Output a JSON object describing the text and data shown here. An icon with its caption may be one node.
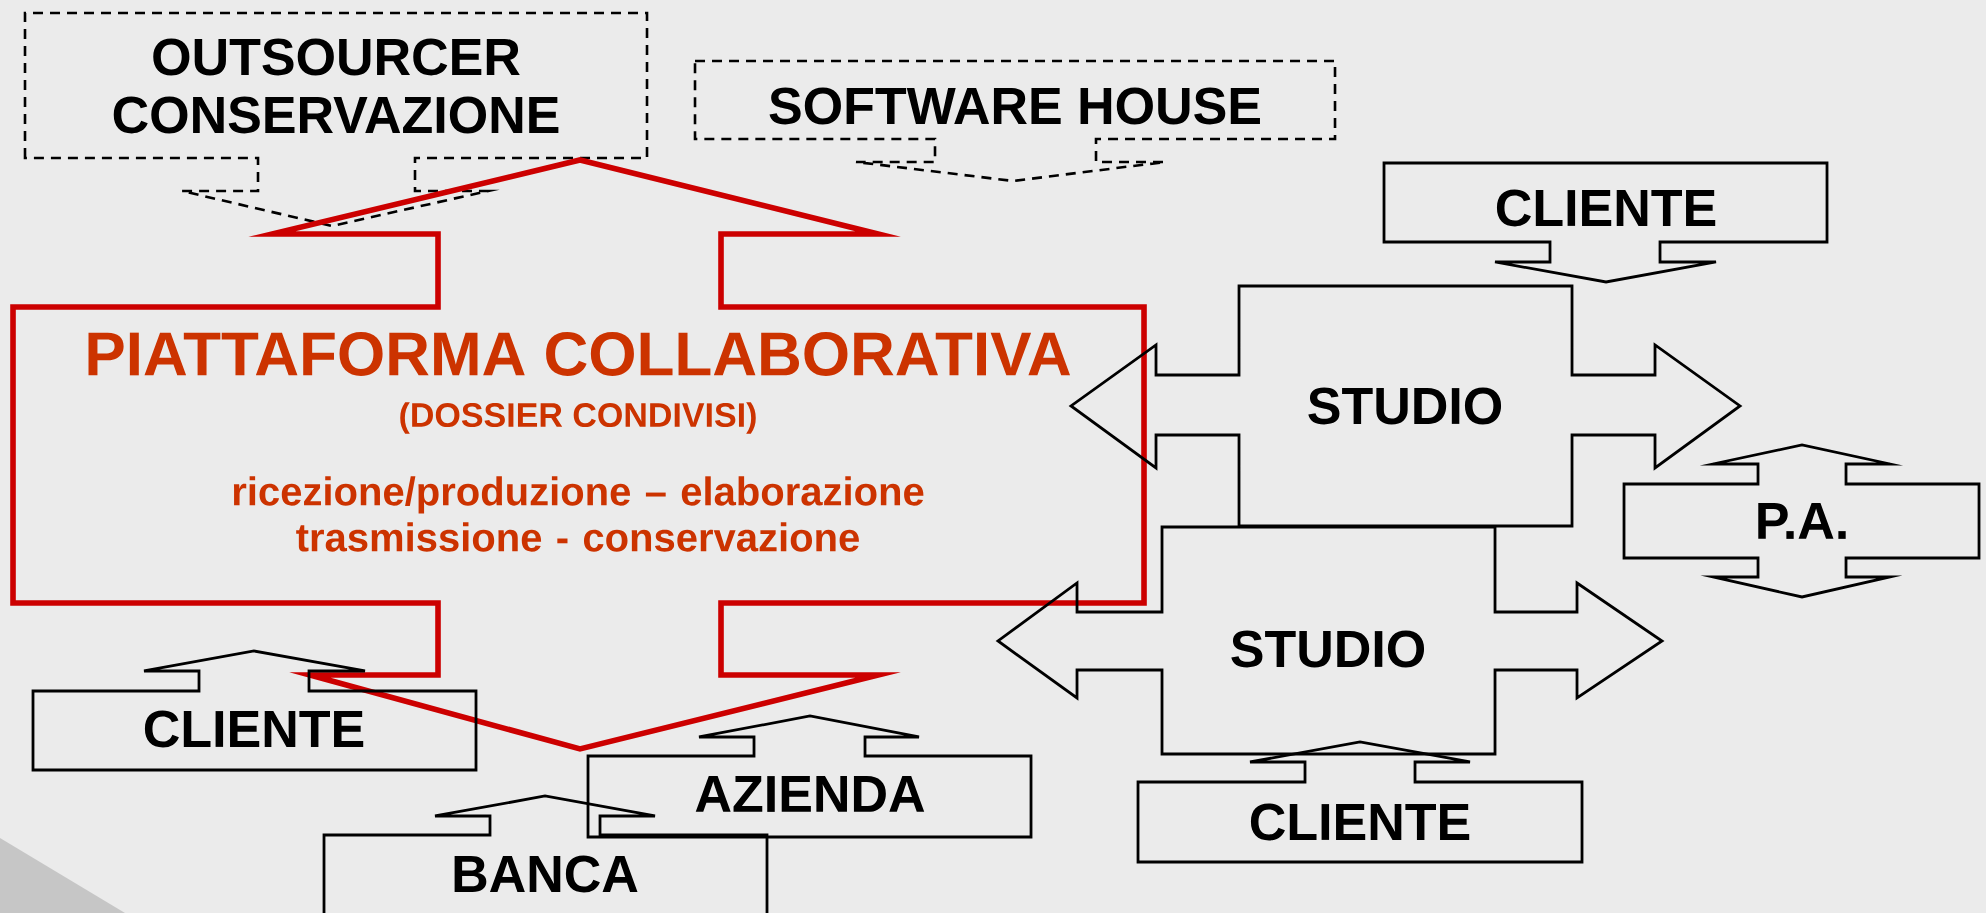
{
  "diagram": {
    "nodes": [
      {
        "text": [
          "OUTSOURCER CONSERVAZIONE"
        ]
      },
      {
        "text": [
          "SOFTWARE HOUSE"
        ]
      },
      {
        "text": [
          "PIATTAFORMA COLLABORATIVA",
          "(DOSSIER CONDIVISI)",
          "ricezione/produzione – elaborazione trasmissione - conservazione"
        ]
      },
      {
        "text": [
          "CLIENTE"
        ]
      },
      {
        "text": [
          "STUDIO"
        ]
      },
      {
        "text": [
          "P.A."
        ]
      },
      {
        "text": [
          "STUDIO"
        ]
      },
      {
        "text": [
          "CLIENTE"
        ]
      },
      {
        "text": [
          "AZIENDA"
        ]
      },
      {
        "text": [
          "BANCA"
        ]
      },
      {
        "text": [
          "CLIENTE"
        ]
      }
    ]
  }
}
